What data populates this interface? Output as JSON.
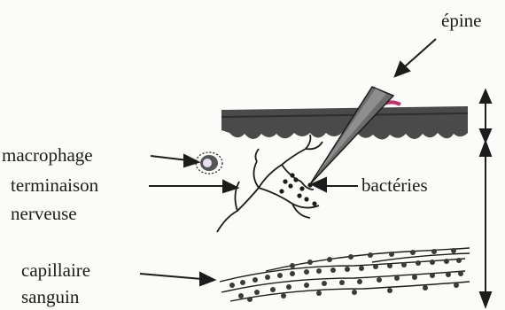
{
  "labels": {
    "epine": "épine",
    "macrophage": "macrophage",
    "terminaison": "terminaison",
    "nerveuse": "nerveuse",
    "bacteries": "bactéries",
    "capillaire": "capillaire",
    "sanguin": "sanguin"
  },
  "colors": {
    "ink": "#1c1c1c",
    "skin": "#4a4a4a",
    "skin_dark": "#3a3a3a",
    "wound": "#c0306a",
    "cell": "#555555",
    "nucleus": "#e8e0f0"
  }
}
